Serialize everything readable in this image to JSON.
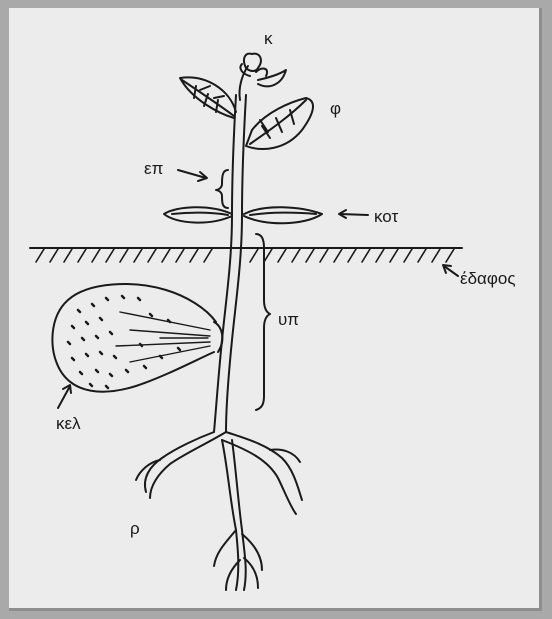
{
  "labels": {
    "apex": "κ",
    "leaves": "φ",
    "epicotyl": "επ",
    "cotyledons": "κοτ",
    "soil": "έδαφος",
    "hypocotyl": "υπ",
    "seed_shell": "κελ",
    "roots": "ρ"
  },
  "colors": {
    "ink": "#1a1a1a",
    "paper": "#ececec",
    "frame": "#a9a9a9"
  }
}
